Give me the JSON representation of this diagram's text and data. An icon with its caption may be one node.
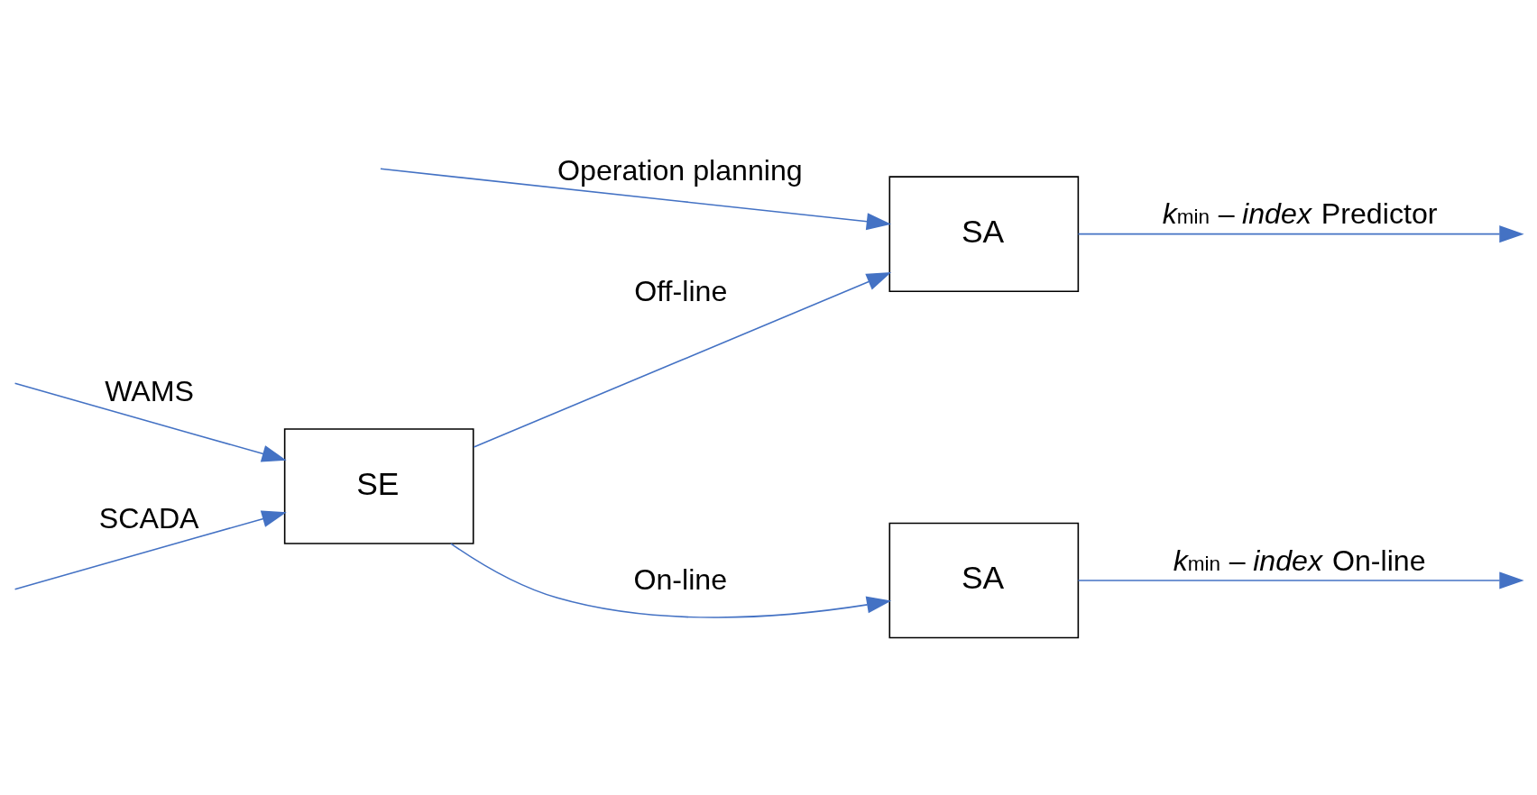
{
  "diagram": {
    "nodes": [
      {
        "text": [
          "SE"
        ]
      },
      {
        "text": [
          "SA"
        ]
      },
      {
        "text": [
          "SA"
        ]
      }
    ],
    "edges": [
      {
        "from": null,
        "to": 0,
        "arrow": "to",
        "label": "WAMS",
        "color": "#4472c4"
      },
      {
        "from": null,
        "to": 0,
        "arrow": "to",
        "label": "SCADA",
        "color": "#4472c4"
      },
      {
        "from": 0,
        "to": 1,
        "arrow": "to",
        "label": "On-line",
        "color": "#4472c4"
      },
      {
        "from": 1,
        "to": null,
        "arrow": "to",
        "label": "*k*$_{min}$ – *index* On-line",
        "color": "#4472c4"
      },
      {
        "from": 0,
        "to": 2,
        "arrow": "to",
        "label": "Off-line",
        "color": "#4472c4"
      },
      {
        "from": null,
        "to": 2,
        "arrow": "to",
        "label": "Operation planning",
        "color": "#4472c4"
      },
      {
        "from": 2,
        "to": null,
        "arrow": "to",
        "label": "*k*$_{min}$ – *index* Predictor",
        "color": "#4472c4"
      }
    ]
  }
}
